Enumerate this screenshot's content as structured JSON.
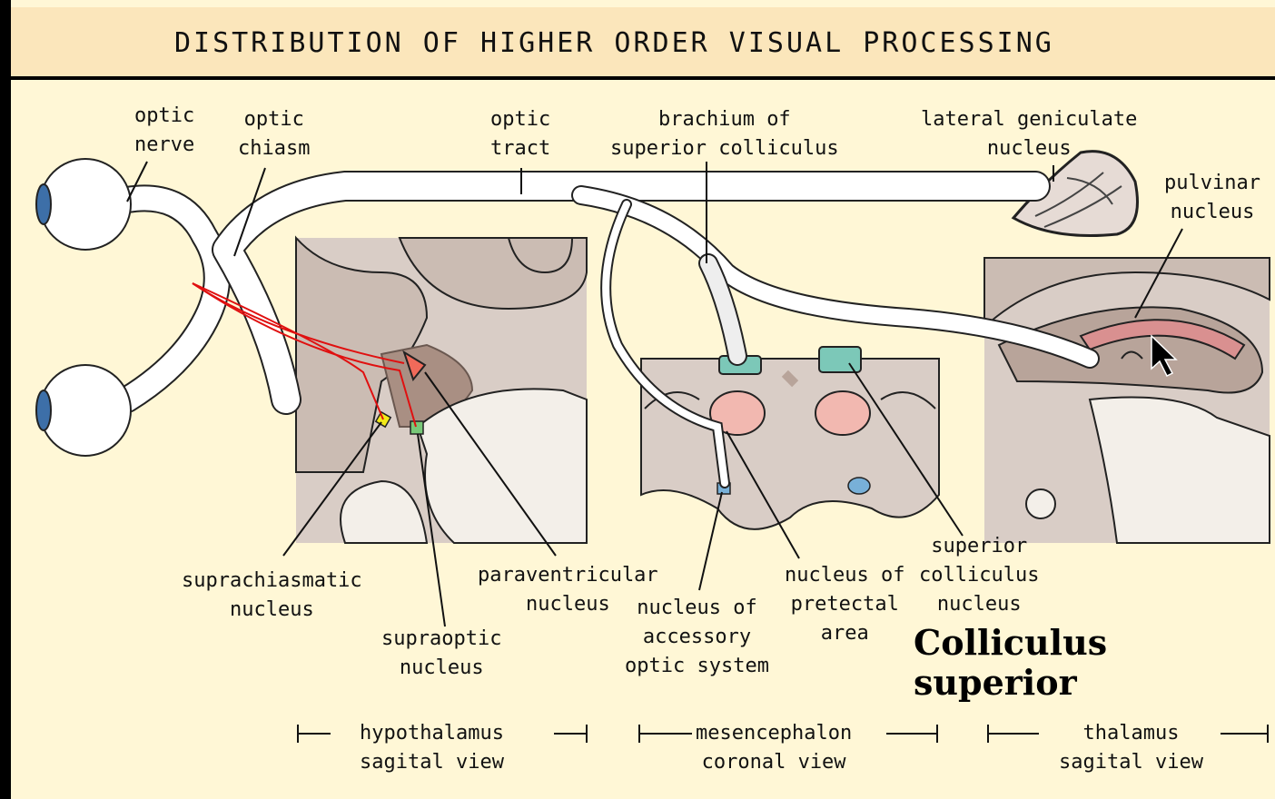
{
  "title": "DISTRIBUTION OF HIGHER ORDER VISUAL PROCESSING",
  "labels": {
    "optic_nerve": "optic\nnerve",
    "optic_chiasm": "optic\nchiasm",
    "optic_tract": "optic\ntract",
    "brachium": "brachium of\nsuperior colliculus",
    "lgn": "lateral geniculate\nnucleus",
    "pulvinar": "pulvinar\nnucleus",
    "suprachiasmatic": "suprachiasmatic\nnucleus",
    "paraventricular": "paraventricular\nnucleus",
    "supraoptic": "supraoptic\nnucleus",
    "accessory": "nucleus of\naccessory\noptic system",
    "pretectal": "nucleus of\npretectal\narea",
    "superior_colliculus": "superior\ncolliculus\nnucleus",
    "colliculus_big": "Colliculus\nsuperior"
  },
  "sections": {
    "hypothalamus": "hypothalamus\nsagital view",
    "mesencephalon": "mesencephalon\ncoronal view",
    "thalamus": "thalamus\nsagital view"
  },
  "colors": {
    "background": "#fff7d6",
    "header": "#fbe6bb",
    "tissue": "#d9cdc6",
    "tissue_dark": "#b8a49a",
    "red_tract": "#e01010",
    "teal": "#7cc8b8",
    "pink": "#f2b8b0"
  }
}
